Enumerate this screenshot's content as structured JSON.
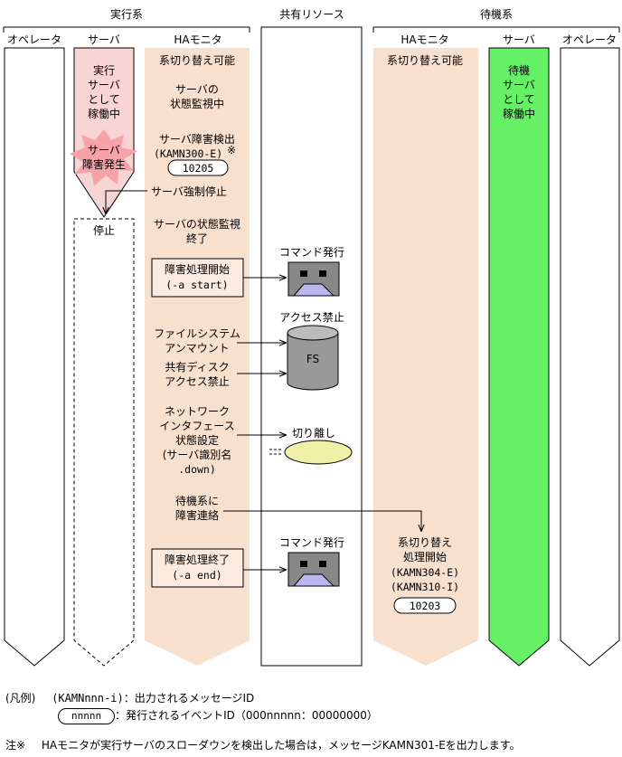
{
  "groups": {
    "active": "実行系",
    "shared": "共有リソース",
    "standby": "待機系"
  },
  "columns": {
    "operator_left": "オペレータ",
    "server_left": "サーバ",
    "ha_left": "HAモニタ",
    "ha_right": "HAモニタ",
    "server_right": "サーバ",
    "operator_right": "オペレータ"
  },
  "active_server": {
    "running": [
      "実行",
      "サーバ",
      "として",
      "稼働中"
    ],
    "failure": [
      "サーバ",
      "障害発生"
    ],
    "stopped": "停止"
  },
  "active_ha": {
    "switch_possible": "系切り替え可能",
    "monitoring": [
      "サーバの",
      "状態監視中"
    ],
    "failure_detect": [
      "サーバ障害検出",
      "(KAMN300-E)"
    ],
    "note_mark": "※",
    "failure_event": "10205",
    "force_stop": "サーバ強制停止",
    "monitor_end": [
      "サーバの状態監視",
      "終了"
    ],
    "fail_start": [
      "障害処理開始",
      "(-a start)"
    ],
    "unmount": [
      "ファイルシステム",
      "アンマウント"
    ],
    "disk_block": [
      "共有ディスク",
      "アクセス禁止"
    ],
    "network": [
      "ネットワーク",
      "インタフェース",
      "状態設定",
      "(サーバ識別名",
      ".down)"
    ],
    "notify": [
      "待機系に",
      "障害連絡"
    ],
    "fail_end": [
      "障害処理終了",
      "(-a end)"
    ]
  },
  "shared": {
    "command1": "コマンド発行",
    "access_block": "アクセス禁止",
    "fs": "FS",
    "detach": "切り離し",
    "command2": "コマンド発行"
  },
  "standby_ha": {
    "switch_possible": "系切り替え可能",
    "switch_start": [
      "系切り替え",
      "処理開始",
      "(KAMN304-E)",
      "(KAMN310-I)"
    ],
    "switch_event": "10203"
  },
  "standby_server": {
    "running": [
      "待機",
      "サーバ",
      "として",
      "稼働中"
    ]
  },
  "legend": {
    "title": "(凡例)",
    "msg_code": "(KAMNnnn-i)",
    "msg_desc": "：出力されるメッセージID",
    "event_code": "nnnnn",
    "event_desc": "：発行されるイベントID（000nnnnn：00000000）"
  },
  "footnote": {
    "mark": "注※",
    "text": "HAモニタが実行サーバのスローダウンを検出した場合は，メッセージKAMN301-Eを出力します。"
  },
  "colors": {
    "ha_fill": "#f8e0cf",
    "server_running": "#f8d4d4",
    "failure_star": "#f5a3a8",
    "standby_server": "#66f066",
    "ellipse": "#f0f0a8",
    "device_screen": "#b8b8ee",
    "device_body": "#888888"
  }
}
